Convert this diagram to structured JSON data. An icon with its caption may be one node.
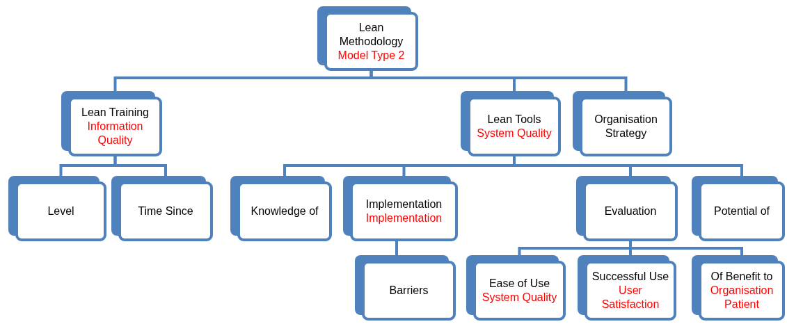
{
  "diagram": {
    "nodes": [
      {
        "text": [
          "Lean Methodology",
          "Model Type 2"
        ]
      },
      {
        "text": [
          "Lean Training",
          "Information Quality"
        ]
      },
      {
        "text": [
          "Lean Tools",
          "System Quality"
        ]
      },
      {
        "text": [
          "Organisation Strategy"
        ]
      },
      {
        "text": [
          "Level"
        ]
      },
      {
        "text": [
          "Time Since"
        ]
      },
      {
        "text": [
          "Knowledge of"
        ]
      },
      {
        "text": [
          "Implementation",
          "Implementation"
        ]
      },
      {
        "text": [
          "Evaluation"
        ]
      },
      {
        "text": [
          "Potential of"
        ]
      },
      {
        "text": [
          "Barriers"
        ]
      },
      {
        "text": [
          "Ease of Use",
          "System Quality"
        ]
      },
      {
        "text": [
          "Successful Use",
          "User Satisfaction"
        ]
      },
      {
        "text": [
          "Of Benefit to",
          "Organisation Patient"
        ]
      }
    ],
    "edges": [
      {
        "from": 0,
        "to": 1,
        "arrow": "none"
      },
      {
        "from": 0,
        "to": 2,
        "arrow": "none"
      },
      {
        "from": 0,
        "to": 3,
        "arrow": "none"
      },
      {
        "from": 1,
        "to": 4,
        "arrow": "none"
      },
      {
        "from": 1,
        "to": 5,
        "arrow": "none"
      },
      {
        "from": 2,
        "to": 6,
        "arrow": "none"
      },
      {
        "from": 2,
        "to": 7,
        "arrow": "none"
      },
      {
        "from": 2,
        "to": 8,
        "arrow": "none"
      },
      {
        "from": 2,
        "to": 9,
        "arrow": "none"
      },
      {
        "from": 7,
        "to": 10,
        "arrow": "none"
      },
      {
        "from": 8,
        "to": 11,
        "arrow": "none"
      },
      {
        "from": 8,
        "to": 12,
        "arrow": "none"
      },
      {
        "from": 8,
        "to": 13,
        "arrow": "none"
      }
    ]
  }
}
